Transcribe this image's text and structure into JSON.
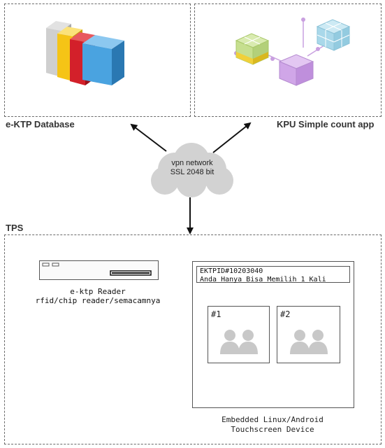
{
  "ektp_database": {
    "caption": "e-KTP Database",
    "icon": "database-blocks-icon"
  },
  "kpu_app": {
    "caption": "KPU Simple count app",
    "icon": "connected-cubes-icon"
  },
  "network": {
    "line1": "vpn network",
    "line2": "SSL 2048 bit",
    "icon": "cloud-icon"
  },
  "tps": {
    "caption": "TPS"
  },
  "reader": {
    "line1": "e-ktp Reader",
    "line2": "rfid/chip reader/semacamnya",
    "icon": "card-reader-icon"
  },
  "device": {
    "header_line1": "EKTPID#10203040",
    "header_line2": "Anda Hanya Bisa Memilih 1 Kali",
    "candidates": [
      {
        "label": "#1",
        "icon": "people-icon"
      },
      {
        "label": "#2",
        "icon": "people-icon"
      }
    ],
    "caption_line1": "Embedded Linux/Android",
    "caption_line2": "Touchscreen Device"
  },
  "colors": {
    "db_gray": "#c9c9c9",
    "db_yellow": "#f5c416",
    "db_red": "#d3202a",
    "db_blue": "#4aa3e0",
    "cube_green": "#c6df8f",
    "cube_yellow": "#f0d03a",
    "cube_purple": "#d0a6e8",
    "cube_blue": "#a9d8ea",
    "cloud": "#d2d2d2",
    "person": "#c8c8c8"
  }
}
